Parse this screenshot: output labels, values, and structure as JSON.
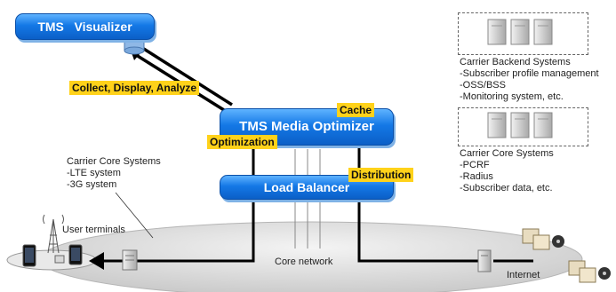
{
  "visualizer": {
    "label": "TMS   Visualizer"
  },
  "optimizer": {
    "label": "TMS Media Optimizer"
  },
  "load_balancer": {
    "label": "Load Balancer"
  },
  "tags": {
    "collect": "Collect, Display, Analyze",
    "cache": "Cache",
    "optimization": "Optimization",
    "distribution": "Distribution"
  },
  "backend": {
    "lines": [
      "Carrier Backend Systems",
      "-Subscriber profile management",
      "-OSS/BSS",
      "-Monitoring system, etc."
    ]
  },
  "core_right": {
    "lines": [
      "Carrier Core Systems",
      "-PCRF",
      "-Radius",
      "-Subscriber data, etc."
    ]
  },
  "core_left": {
    "lines": [
      "Carrier Core Systems",
      "-LTE system",
      "-3G system"
    ]
  },
  "labels": {
    "user_terminals": "User terminals",
    "core_network": "Core network",
    "internet": "Internet"
  },
  "colors": {
    "box_blue": "#1478e6",
    "tag_yellow": "#ffd21a",
    "line_black": "#000000"
  }
}
